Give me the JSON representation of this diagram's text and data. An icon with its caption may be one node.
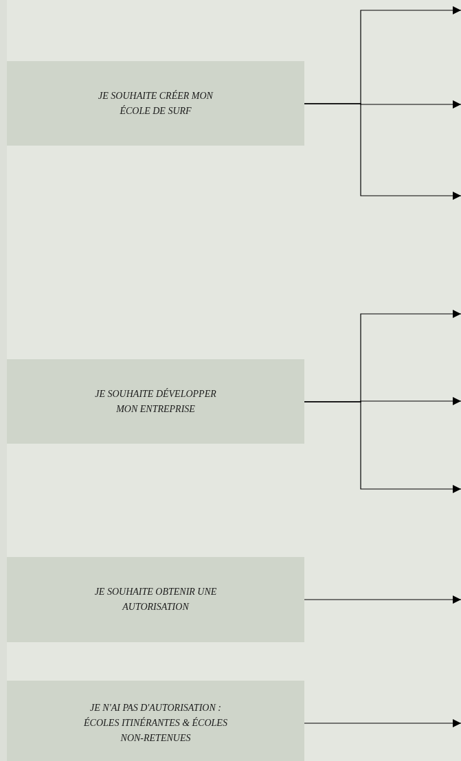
{
  "diagram": {
    "nodes": [
      {
        "text": [
          "JE SOUHAITE CRÉER MON ÉCOLE DE SURF"
        ]
      },
      {
        "text": [
          "JE SOUHAITE DÉVELOPPER MON ENTREPRISE"
        ]
      },
      {
        "text": [
          "JE SOUHAITE OBTENIR UNE AUTORISATION"
        ]
      },
      {
        "text": [
          "JE N'AI PAS D'AUTORISATION : ÉCOLES ITINÉRANTES & ÉCOLES NON-RETENUES"
        ]
      }
    ],
    "edges": [
      {
        "from": 0,
        "to": null,
        "arrow": "to"
      },
      {
        "from": 0,
        "to": null,
        "arrow": "to"
      },
      {
        "from": 0,
        "to": null,
        "arrow": "to"
      },
      {
        "from": 1,
        "to": null,
        "arrow": "to"
      },
      {
        "from": 1,
        "to": null,
        "arrow": "to"
      },
      {
        "from": 1,
        "to": null,
        "arrow": "to"
      },
      {
        "from": 2,
        "to": null,
        "arrow": "to"
      },
      {
        "from": 3,
        "to": null,
        "arrow": "to"
      }
    ]
  }
}
